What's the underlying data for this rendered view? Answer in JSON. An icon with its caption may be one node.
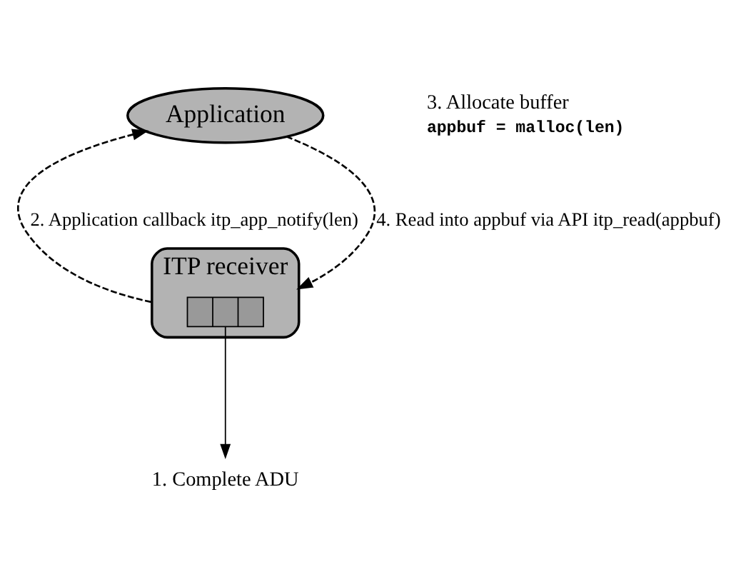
{
  "diagram": {
    "nodes": [
      {
        "text": [
          "Application"
        ],
        "beside": [
          "3. Allocate buffer",
          "appbuf = malloc(len)"
        ]
      },
      {
        "text": [
          "ITP receiver"
        ]
      },
      {
        "text": [],
        "shape": "box",
        "in": 1
      },
      {
        "text": [
          "1. Complete ADU"
        ]
      }
    ],
    "edges": [
      {
        "from": 1,
        "to": 0,
        "arrow": "to",
        "style": "dashed",
        "label": "2. Application callback itp_app_notify(len)"
      },
      {
        "from": 0,
        "to": 1,
        "arrow": "to",
        "style": "dashed",
        "label": "4. Read into appbuf via API itp_read(appbuf)"
      },
      {
        "from": 2,
        "to": 3,
        "arrow": "to"
      }
    ]
  }
}
